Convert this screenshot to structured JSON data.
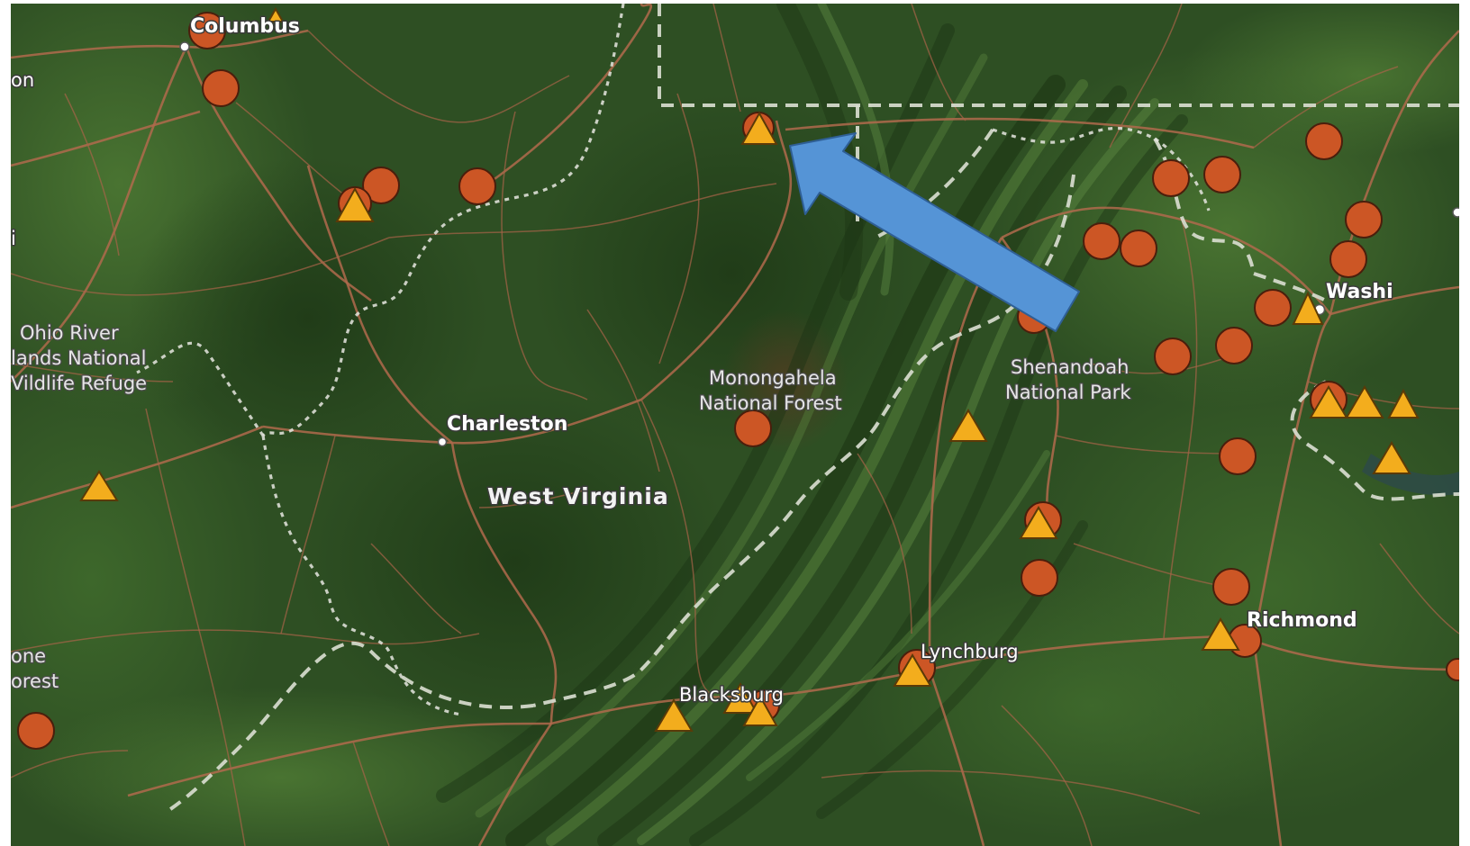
{
  "map": {
    "colors": {
      "terrain_base": "#2d4d22",
      "road": "#b06a4c",
      "boundary": "#d8dccf",
      "circle_marker": "#cc5625",
      "triangle_marker": "#f3ad1d",
      "arrow": "#5594d6"
    },
    "labels": {
      "columbus": "Columbus",
      "edge_on": "on",
      "edge_i": "i",
      "ohio_river_1": "Ohio River",
      "ohio_river_2": "lands National",
      "ohio_river_3": "Vildlife Refuge",
      "charleston": "Charleston",
      "west_virginia": "West Virginia",
      "monongahela_1": "Monongahela",
      "monongahela_2": "National Forest",
      "shenandoah_1": "Shenandoah",
      "shenandoah_2": "National Park",
      "washington": "Washi",
      "richmond": "Richmond",
      "lynchburg": "Lynchburg",
      "blacksburg": "Blacksburg",
      "edge_one": "one",
      "edge_orest": "orest"
    },
    "marker_types": [
      "circle",
      "triangle"
    ],
    "annotation": "arrow-pointer"
  }
}
